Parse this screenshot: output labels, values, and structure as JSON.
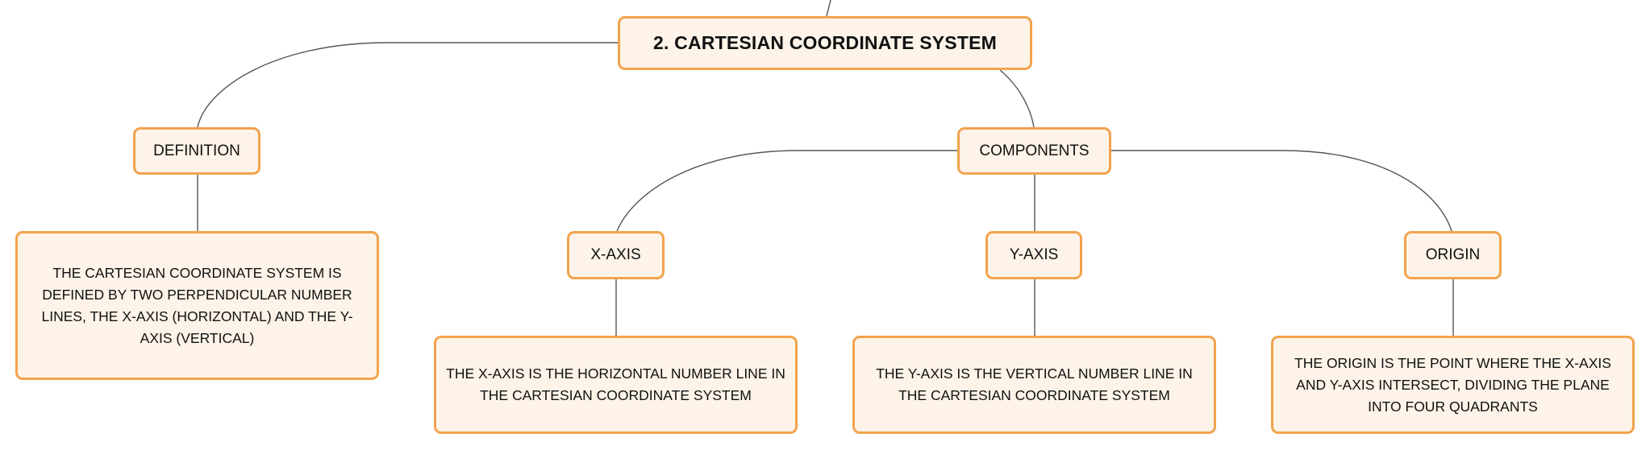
{
  "colors": {
    "node_fill": "#fdf3e8",
    "node_border": "#f2a34e",
    "connector": "#555555",
    "text": "#111111"
  },
  "root": {
    "title": "2. CARTESIAN COORDINATE SYSTEM"
  },
  "definition": {
    "label": "DEFINITION",
    "text": "THE CARTESIAN COORDINATE SYSTEM IS DEFINED BY TWO PERPENDICULAR NUMBER LINES, THE X-AXIS (HORIZONTAL) AND THE Y-AXIS (VERTICAL)"
  },
  "components": {
    "label": "COMPONENTS",
    "x_axis": {
      "label": "X-AXIS",
      "text": "THE X-AXIS IS THE HORIZONTAL NUMBER LINE IN THE CARTESIAN COORDINATE SYSTEM"
    },
    "y_axis": {
      "label": "Y-AXIS",
      "text": "THE Y-AXIS IS THE VERTICAL NUMBER LINE IN THE CARTESIAN COORDINATE SYSTEM"
    },
    "origin": {
      "label": "ORIGIN",
      "text": "THE ORIGIN IS THE POINT WHERE THE X-AXIS AND Y-AXIS INTERSECT, DIVIDING THE PLANE INTO FOUR QUADRANTS"
    }
  }
}
